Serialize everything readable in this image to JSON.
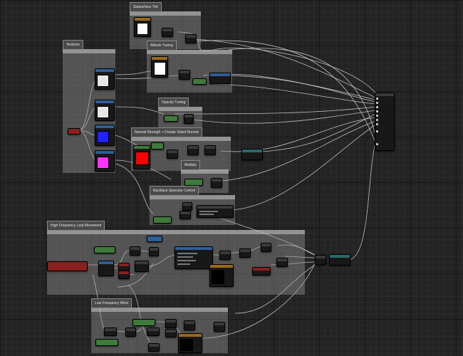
{
  "comments": {
    "subsurface": "Subsurface Tint",
    "textures": "Textures",
    "albedo": "Albedo Tuning",
    "opacity": "Opacity Tuning",
    "normal": "Normal Strength + Double Sided Normal",
    "multiply": "Multiply",
    "backface": "Backface Specular Control",
    "hf_leaf": "High Frequency Leaf Movement",
    "lf_wind": "Low Frequency Wind"
  },
  "colors": {
    "albedo_swatch": "#ffffff",
    "subsurface_swatch": "#ffffff",
    "normal_swatch": "#2222ff",
    "pink_swatch": "#ff33ff",
    "red_swatch": "#ff0000"
  }
}
